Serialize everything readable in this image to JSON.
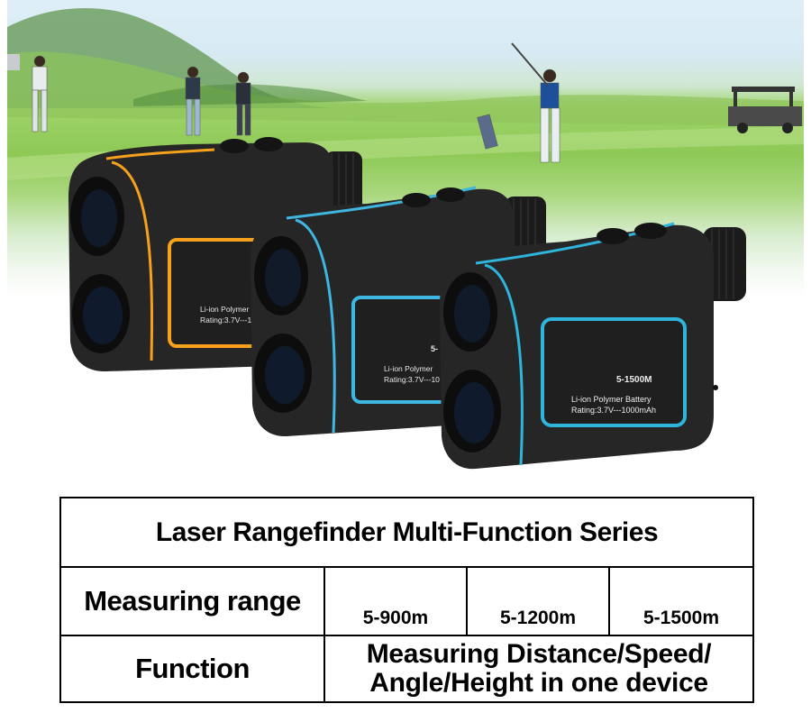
{
  "hero": {
    "devices": [
      {
        "accent_color": "#f5a11c",
        "model_label": "",
        "battery_label": "Li-ion Polymer",
        "rating_label": "Rating:3.7V---1"
      },
      {
        "accent_color": "#3fb6e0",
        "model_label": "5-",
        "battery_label": "Li-ion Polymer",
        "rating_label": "Rating:3.7V---10"
      },
      {
        "accent_color": "#2fb4dc",
        "model_label": "5-1500M",
        "battery_label": "Li-ion Polymer Battery",
        "rating_label": "Rating:3.7V---1000mAh"
      }
    ],
    "icons": [
      "golf-course-background",
      "golfer-figures",
      "golf-cart"
    ]
  },
  "spec": {
    "title": "Laser Rangefinder Multi-Function Series",
    "range_label": "Measuring range",
    "ranges": [
      "5-900m",
      "5-1200m",
      "5-1500m"
    ],
    "function_label": "Function",
    "function_value_line1": "Measuring Distance/Speed/",
    "function_value_line2": "Angle/Height in one device"
  }
}
